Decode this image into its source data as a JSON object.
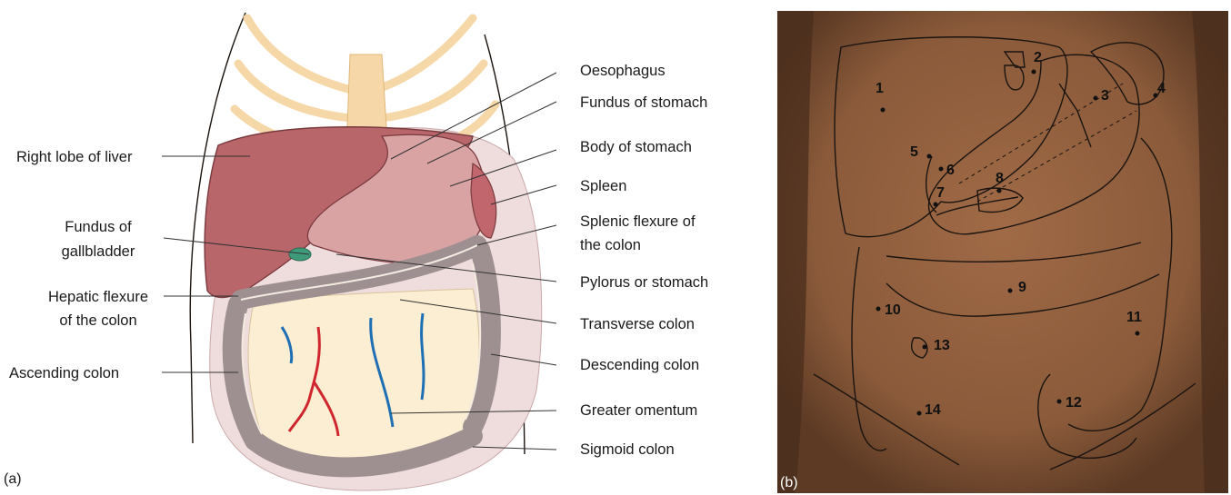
{
  "panel_a": {
    "panel_label": "(a)",
    "labels": {
      "right_lobe_liver": "Right lobe of liver",
      "fundus_gallbladder_1": "Fundus of",
      "fundus_gallbladder_2": "gallbladder",
      "hepatic_flexure_1": "Hepatic flexure",
      "hepatic_flexure_2": "of the colon",
      "ascending_colon": "Ascending colon",
      "oesophagus": "Oesophagus",
      "fundus_stomach": "Fundus of stomach",
      "body_stomach": "Body of stomach",
      "spleen": "Spleen",
      "splenic_flexure_1": "Splenic flexure of",
      "splenic_flexure_2": "the colon",
      "pylorus": "Pylorus or stomach",
      "transverse_colon": "Transverse colon",
      "descending_colon": "Descending colon",
      "greater_omentum": "Greater omentum",
      "sigmoid_colon": "Sigmoid colon"
    },
    "colors": {
      "liver": "#b9666a",
      "stomach": "#d9a3a4",
      "spleen": "#c0666c",
      "colon": "#9e9090",
      "omentum": "#fbeed2",
      "peritoneum": "#efdcdc",
      "rib": "#f6d8a8",
      "artery": "#d0272e",
      "vein": "#1f6fb5",
      "gallbladder": "#3f9a7a"
    }
  },
  "panel_b": {
    "panel_label": "(b)",
    "region_numbers": [
      "1",
      "2",
      "3",
      "4",
      "5",
      "6",
      "7",
      "8",
      "9",
      "10",
      "11",
      "12",
      "13",
      "14"
    ],
    "colors": {
      "skin": "#8a5a3a",
      "skin_dark": "#5c3a24",
      "background": "#2a211c",
      "ink": "#1a1410"
    }
  }
}
